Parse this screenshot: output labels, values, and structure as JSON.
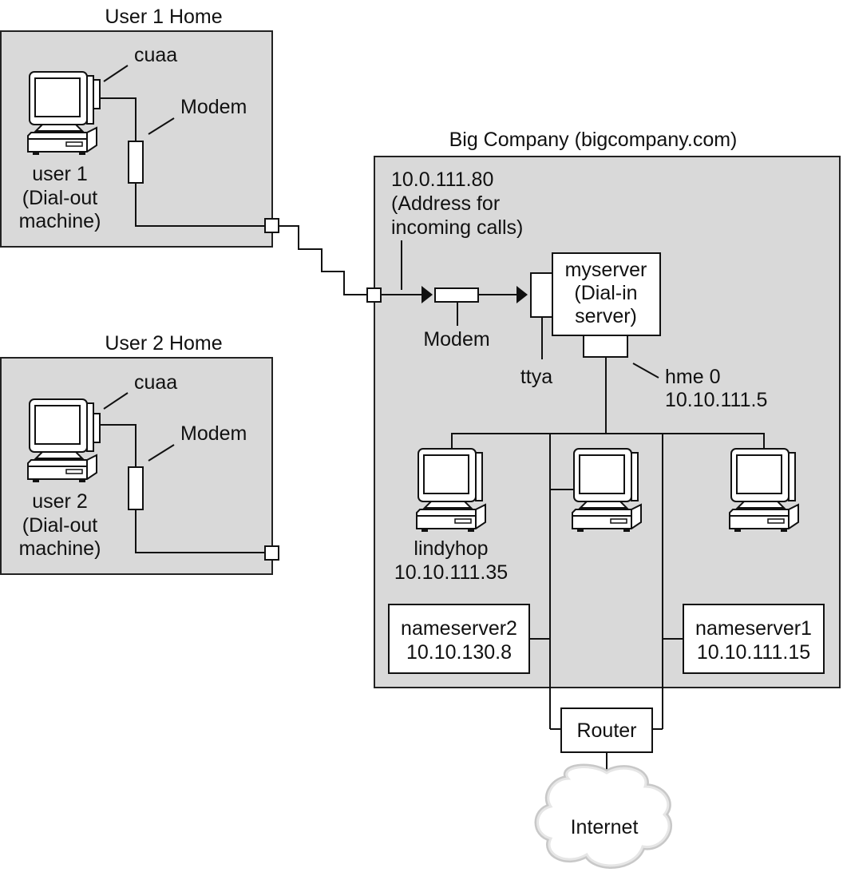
{
  "zones": {
    "user1_home": {
      "title": "User 1 Home",
      "port_label": "cuaa",
      "modem_label": "Modem",
      "machine_lines": [
        "user 1",
        "(Dial-out",
        "machine)"
      ]
    },
    "user2_home": {
      "title": "User 2 Home",
      "port_label": "cuaa",
      "modem_label": "Modem",
      "machine_lines": [
        "user 2",
        "(Dial-out",
        "machine)"
      ]
    },
    "big_company": {
      "title": "Big Company (bigcompany.com)"
    }
  },
  "incoming": {
    "lines": [
      "10.0.111.80",
      "(Address for",
      "incoming calls)"
    ]
  },
  "company_modem": {
    "label": "Modem"
  },
  "ttya": {
    "label": "ttya"
  },
  "myserver": {
    "lines": [
      "myserver",
      "(Dial-in",
      "server)"
    ]
  },
  "hme": {
    "lines": [
      "hme 0",
      "10.10.111.5"
    ]
  },
  "lindyhop": {
    "lines": [
      "lindyhop",
      "10.10.111.35"
    ]
  },
  "nameserver2": {
    "lines": [
      "nameserver2",
      "10.10.130.8"
    ]
  },
  "nameserver1": {
    "lines": [
      "nameserver1",
      "10.10.111.15"
    ]
  },
  "router": {
    "label": "Router"
  },
  "internet": {
    "label": "Internet"
  },
  "colors": {
    "zone_fill": "#d9d9d9",
    "line": "#111111",
    "box_fill": "#ffffff",
    "cloud": "#cfcfcf"
  }
}
